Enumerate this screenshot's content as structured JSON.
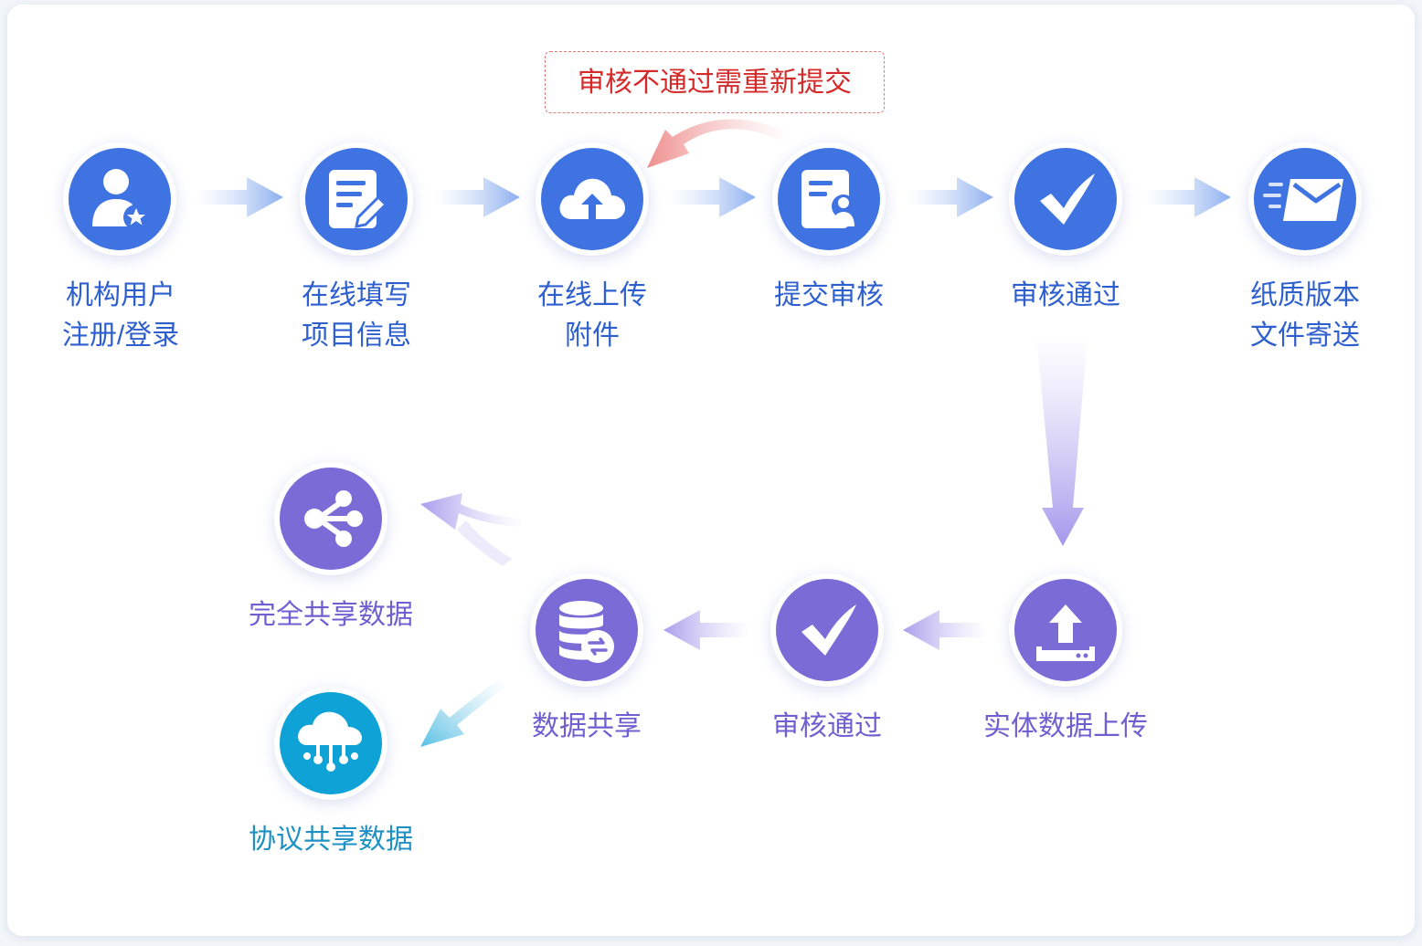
{
  "note": "审核不通过需重新提交",
  "steps": [
    {
      "line1": "机构用户",
      "line2": "注册/登录"
    },
    {
      "line1": "在线填写",
      "line2": "项目信息"
    },
    {
      "line1": "在线上传",
      "line2": "附件"
    },
    {
      "line1": "提交审核",
      "line2": ""
    },
    {
      "line1": "审核通过",
      "line2": ""
    },
    {
      "line1": "纸质版本",
      "line2": "文件寄送"
    },
    {
      "line1": "实体数据上传",
      "line2": ""
    },
    {
      "line1": "审核通过",
      "line2": ""
    },
    {
      "line1": "数据共享",
      "line2": ""
    },
    {
      "line1": "完全共享数据",
      "line2": ""
    },
    {
      "line1": "协议共享数据",
      "line2": ""
    }
  ],
  "icons": [
    "user-star-icon",
    "edit-form-icon",
    "cloud-upload-icon",
    "document-user-icon",
    "checkmark-icon",
    "mail-send-icon",
    "server-upload-icon",
    "checkmark-icon",
    "database-sync-icon",
    "share-icon",
    "cloud-network-icon"
  ],
  "colors": {
    "blue": "#3f73e2",
    "purple": "#7a6bd6",
    "cyan": "#0ea2d6",
    "reject": "#d42a2a"
  }
}
